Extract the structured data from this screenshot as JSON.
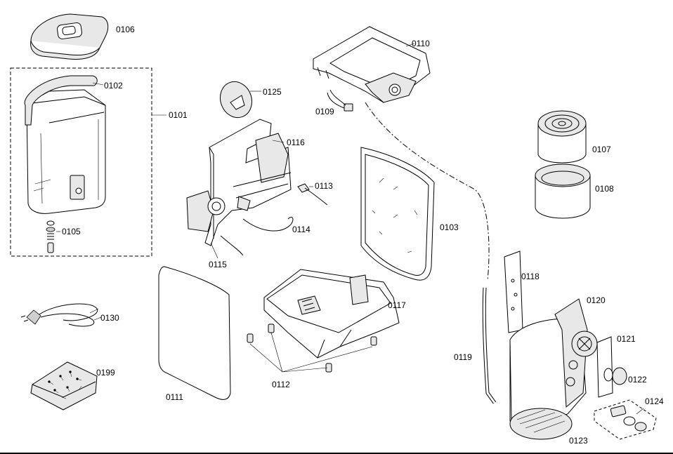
{
  "parts": {
    "p0106": "0106",
    "p0102": "0102",
    "p0101": "0101",
    "p0105": "0105",
    "p0130": "0130",
    "p0199": "0199",
    "p0125": "0125",
    "p0116": "0116",
    "p0113": "0113",
    "p0114": "0114",
    "p0115": "0115",
    "p0110": "0110",
    "p0109": "0109",
    "p0103": "0103",
    "p0107": "0107",
    "p0108": "0108",
    "p0111": "0111",
    "p0117": "0117",
    "p0112": "0112",
    "p0118": "0118",
    "p0119": "0119",
    "p0120": "0120",
    "p0121": "0121",
    "p0122": "0122",
    "p0123": "0123",
    "p0124": "0124"
  }
}
